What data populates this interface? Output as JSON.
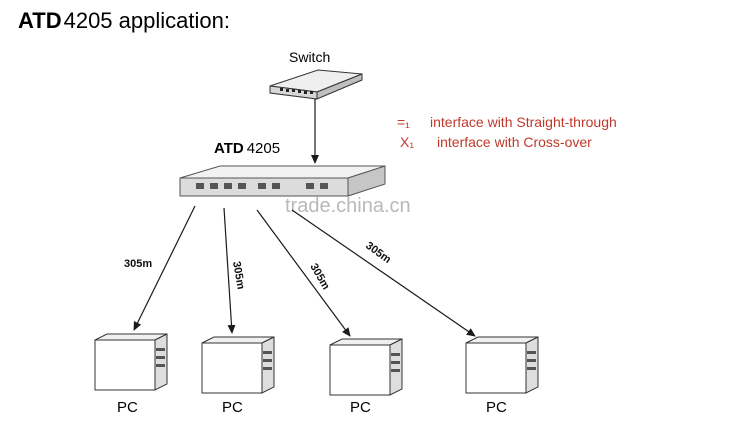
{
  "title": {
    "model": "ATD",
    "rest": "4205 application:"
  },
  "switch": {
    "label": "Switch"
  },
  "device": {
    "model": "ATD",
    "number": "4205"
  },
  "legend": [
    {
      "symbol": "=₁",
      "text": "interface with Straight-through"
    },
    {
      "symbol": "X₁",
      "text": "interface with Cross-over"
    }
  ],
  "watermark": "trade.china.cn",
  "links": [
    {
      "distance": "305m"
    },
    {
      "distance": "305m"
    },
    {
      "distance": "305m"
    },
    {
      "distance": "305m"
    }
  ],
  "pcs": [
    {
      "label": "PC"
    },
    {
      "label": "PC"
    },
    {
      "label": "PC"
    },
    {
      "label": "PC"
    }
  ],
  "colors": {
    "legend_text": "#c0392b",
    "lines": "#1a1a1a",
    "watermark": "#b9b9b9"
  }
}
